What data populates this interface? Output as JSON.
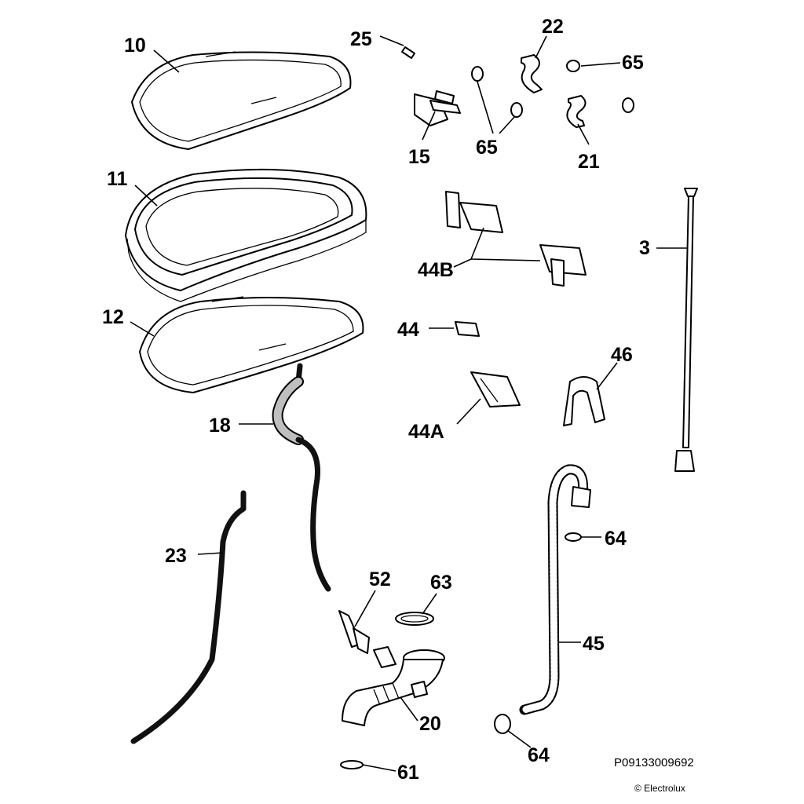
{
  "labels": {
    "l10": "10",
    "l11": "11",
    "l12": "12",
    "l25": "25",
    "l15": "15",
    "l65a": "65",
    "l65b": "65",
    "l22": "22",
    "l21": "21",
    "l3": "3",
    "l44B": "44B",
    "l44": "44",
    "l44A": "44A",
    "l46": "46",
    "l18": "18",
    "l23": "23",
    "l52": "52",
    "l63": "63",
    "l20": "20",
    "l61": "61",
    "l64a": "64",
    "l64b": "64",
    "l45": "45"
  },
  "footer": {
    "code": "P09133009692",
    "copyright": "© Electrolux"
  },
  "colors": {
    "line": "#000000",
    "background": "#ffffff",
    "hose_grey": "#bfbfbf"
  }
}
